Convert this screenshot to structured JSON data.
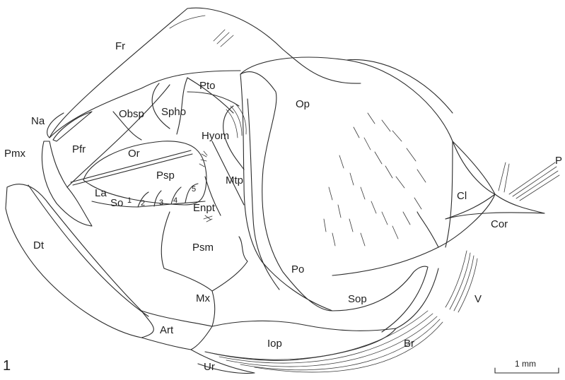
{
  "figure_number": "1",
  "scale_bar": {
    "label": "1 mm"
  },
  "labels": {
    "Fr": "Fr",
    "Na": "Na",
    "Pmx": "Pmx",
    "Pfr": "Pfr",
    "Obsp": "Obsp",
    "Spho": "Spho",
    "Pto": "Pto",
    "Op": "Op",
    "Hyom": "Hyom",
    "Or": "Or",
    "Psp": "Psp",
    "La": "La",
    "So": "So",
    "so1": "1",
    "so2": "2",
    "so3": "3",
    "so4": "4",
    "so5": "5",
    "Mtp": "Mtp",
    "Enpt": "Enpt",
    "Dt": "Dt",
    "Psm": "Psm",
    "Po": "Po",
    "Cl": "Cl",
    "P": "P",
    "Cor": "Cor",
    "Mx": "Mx",
    "Sop": "Sop",
    "V": "V",
    "Art": "Art",
    "Iop": "Iop",
    "Br": "Br",
    "Ur": "Ur"
  }
}
